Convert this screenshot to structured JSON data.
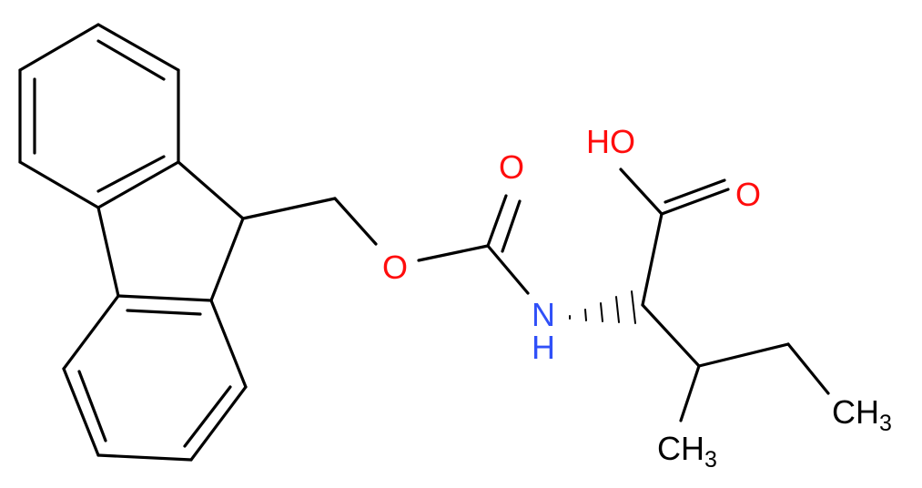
{
  "colors": {
    "bond": "#000000",
    "oxygen": "#ff0d0d",
    "nitrogen": "#3050f8",
    "carbon_label": "#000000"
  },
  "atoms": {
    "hydroxyl": "HO",
    "carbonyl_oxygen_acid": "O",
    "carbonyl_oxygen_carbamate": "O",
    "ester_oxygen": "O",
    "amine_n": "N",
    "amine_h": "H",
    "methyl_ch3_a": "CH",
    "methyl_sub_a": "3",
    "methyl_ch3_b": "CH",
    "methyl_sub_b": "3"
  }
}
